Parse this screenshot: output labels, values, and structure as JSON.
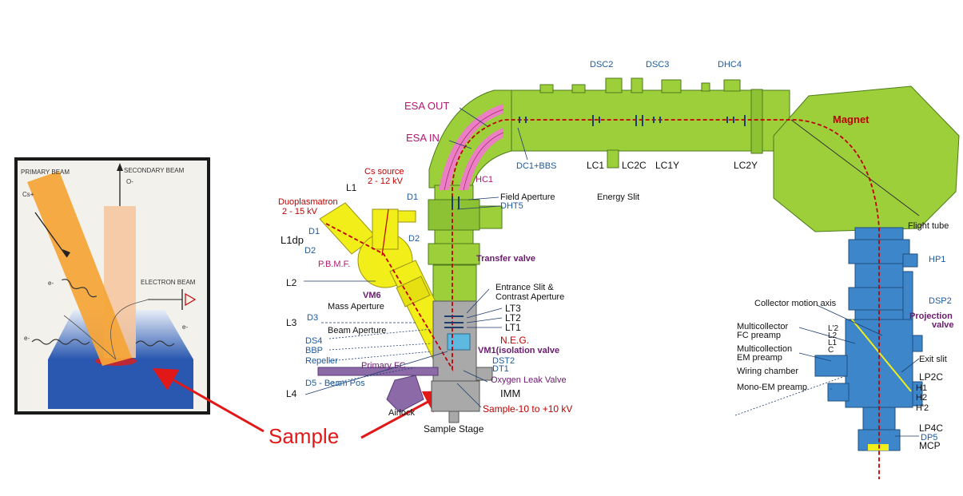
{
  "colors": {
    "instrument_green": "#9ccf3a",
    "instrument_yellow": "#f2ee1a",
    "instrument_blue": "#3d86c9",
    "esa_pink": "#ec7fc4",
    "beam_red": "#c00000",
    "annotation_red": "#e01818",
    "inset_orange": "#f4a53a",
    "inset_blue": "#2a58b0"
  },
  "inset": {
    "primary_beam": "PRIMARY BEAM",
    "cs_plus": "Cs+",
    "secondary_beam": "SECONDARY BEAM",
    "o_minus": "O-",
    "electron_beam": "ELECTRON BEAM",
    "e_minus": "e-"
  },
  "callout": {
    "sample": "Sample"
  },
  "labels": {
    "esa_out": "ESA OUT",
    "esa_in": "ESA IN",
    "dsc2": "DSC2",
    "dsc3": "DSC3",
    "dhc4": "DHC4",
    "magnet": "Magnet",
    "dc1_bbs": "DC1+BBS",
    "hc1": "HC1",
    "lc1": "LC1",
    "lc2c": "LC2C",
    "lc1y": "LC1Y",
    "lc2y": "LC2Y",
    "energy_slit": "Energy Slit",
    "field_aperture": "Field Aperture",
    "dht5": "DHT5",
    "flight_tube": "Flight tube",
    "hp1": "HP1",
    "cs_source_1": "Cs source",
    "cs_source_2": "2 - 12 kV",
    "l1": "L1",
    "d1_a": "D1",
    "d1_b": "D1",
    "d2_a": "D2",
    "d2_b": "D2",
    "duoplasmatron_1": "Duoplasmatron",
    "duoplasmatron_2": "2 - 15 kV",
    "l1dp": "L1dp",
    "pbmf": "P.B.M.F.",
    "transfer_valve": "Transfer valve",
    "l2": "L2",
    "vm6": "VM6",
    "mass_aperture": "Mass Aperture",
    "entrance_slit_1": "Entrance Slit &",
    "entrance_slit_2": "Contrast Aperture",
    "lt3": "LT3",
    "lt2": "LT2",
    "lt1": "LT1",
    "l3": "L3",
    "d3": "D3",
    "beam_aperture": "Beam  Aperture",
    "ds4": "DS4",
    "bbp": "BBP",
    "repeller": "Repeller",
    "neg": "N.E.G.",
    "vm1": "VM1(isolation valve",
    "dst2": "DST2",
    "dt1": "DT1",
    "primary_fc": "Primary FC",
    "oxygen_leak": "Oxygen Leak Valve",
    "l4": "L4",
    "d5": "D5 - Beam Pos",
    "imm": "IMM",
    "airlock": "Airlock",
    "sample_voltage": "Sample-10 to +10 kV",
    "sample_stage": "Sample Stage",
    "collector_motion": "Collector motion axis",
    "dsp2": "DSP2",
    "projection_1": "Projection",
    "projection_2": "valve",
    "multicollector_1": "Multicollector",
    "multicollector_2": "FC preamp",
    "multicollection_1": "Multicollection",
    "multicollection_2": "EM preamp",
    "wiring_chamber": "Wiring chamber",
    "mono_em": "Mono-EM preamp",
    "l2p": "L'2",
    "l2b": "L2",
    "l1b": "L1",
    "c": "C",
    "exit_slit": "Exit slit",
    "lp2c": "LP2C",
    "h1": "H1",
    "h2": "H2",
    "h2p": "H'2",
    "lp4c": "LP4C",
    "dp5": "DP5",
    "mcp": "MCP"
  }
}
